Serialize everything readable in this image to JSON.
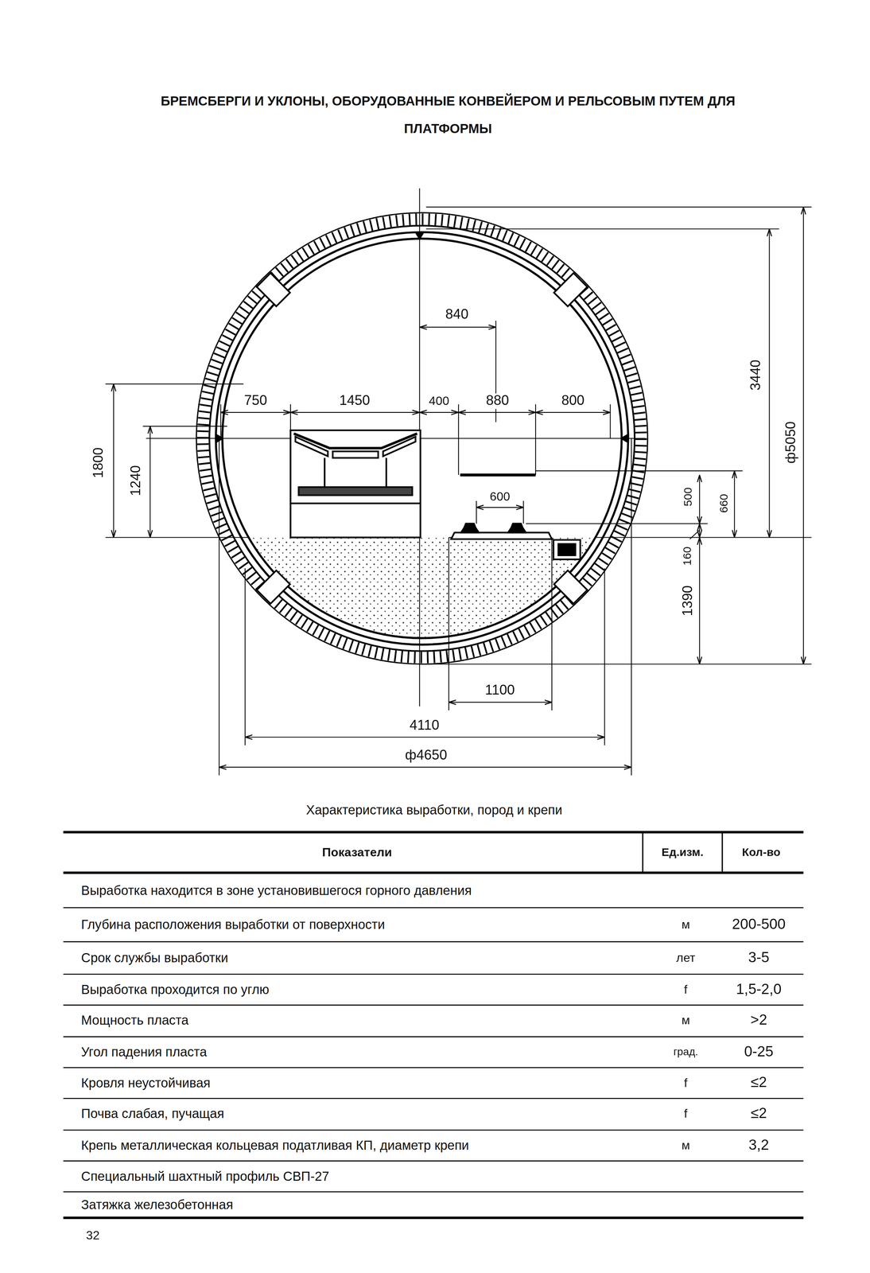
{
  "diagram": {
    "title": "БРЕМСБЕРГИ И УКЛОНЫ, ОБОРУДОВАННЫЕ КОНВЕЙЕРОМ И РЕЛЬСОВЫМ ПУТЕМ ДЛЯ ПЛАТФОРМЫ",
    "labels": [
      "840",
      "750",
      "1450",
      "400",
      "880",
      "800",
      "1800",
      "1240",
      "3440",
      "ф5050",
      "600",
      "500",
      "660",
      "160",
      "1390",
      "1100",
      "4110",
      "ф4650",
      "Характеристика выработки, пород и крепи",
      "Показатели",
      "Ед.изм.",
      "Кол-во",
      "Выработка находится в зоне установившегося горного давления",
      "Глубина расположения выработки от поверхности",
      "м",
      "200-500",
      "Срок службы выработки",
      "лет",
      "3-5",
      "Выработка проходится по углю",
      "f",
      "1,5-2,0",
      "Мощность пласта",
      "м",
      ">2",
      "Угол падения пласта",
      "град.",
      "0-25",
      "Кровля неустойчивая",
      "f",
      "≤2",
      "Почва слабая, пучащая",
      "f",
      "≤2",
      "Крепь металлическая кольцевая податливая КП, диаметр крепи",
      "м",
      "3,2",
      "Специальный шахтный профиль СВП-27",
      "Затяжка железобетонная",
      "32"
    ]
  }
}
